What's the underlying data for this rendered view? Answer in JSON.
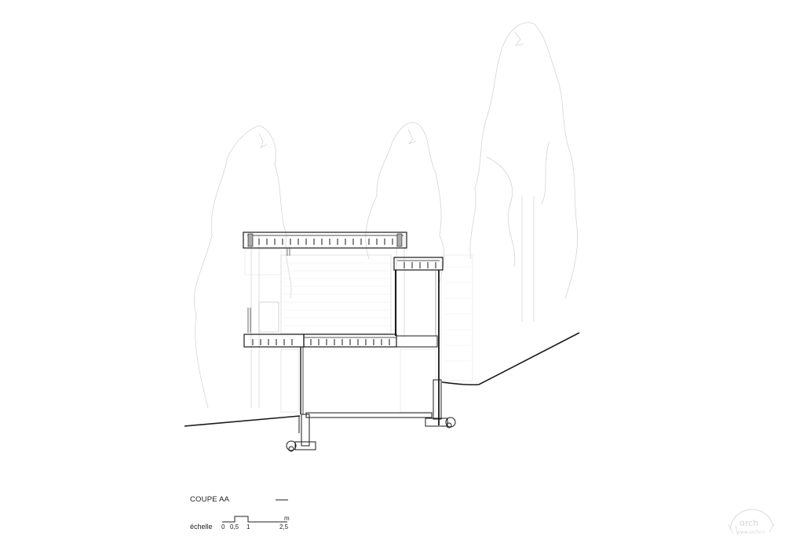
{
  "drawing": {
    "title": "COUPE AA",
    "scale_label": "échelle",
    "scale_unit": "m",
    "scale_ticks": [
      "0",
      "0,5",
      "1",
      "2,5"
    ],
    "colors": {
      "line": "#1a1a1a",
      "tree": "#cfcfcf",
      "hatch": "#d8d8d8",
      "background": "#ffffff"
    }
  },
  "watermark": {
    "icon": "stamp-icon"
  }
}
